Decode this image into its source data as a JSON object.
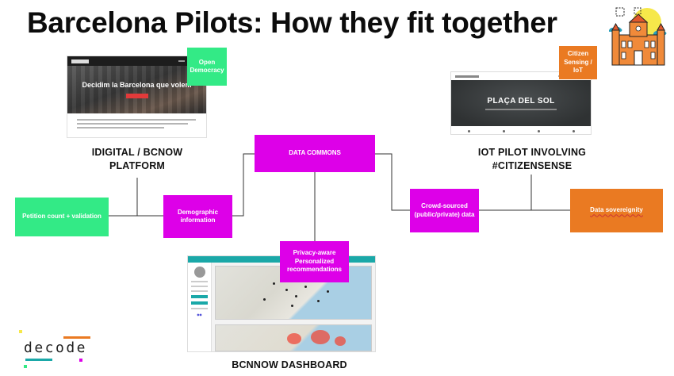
{
  "title": "Barcelona Pilots: How they fit together",
  "decidim_screenshot": {
    "hero_text": "Decidim la Barcelona que volem"
  },
  "placa_screenshot": {
    "hero_title": "PLAÇA DEL SOL"
  },
  "captions": {
    "decidim": "IDIGITAL / BCNOW PLATFORM",
    "iot": "IOT PILOT INVOLVING #CITIZENSENSE",
    "dashboard": "BCNNOW DASHBOARD"
  },
  "boxes": {
    "open_democracy": "Open Democracy",
    "citizen_sensing": "Citizen Sensing / IoT",
    "data_commons": "DATA COMMONS",
    "petition": "Petition count + validation",
    "demographic": "Demographic information",
    "crowd_sourced": "Crowd-sourced (public/private) data",
    "data_sovereignty": "Data sovereignity",
    "privacy_aware": "Privacy-aware Personalized recommendations"
  },
  "logo": {
    "text": "decode"
  },
  "colors": {
    "magenta": "#dd00e8",
    "green": "#33ea86",
    "orange": "#ea7a22",
    "line": "#333333"
  }
}
